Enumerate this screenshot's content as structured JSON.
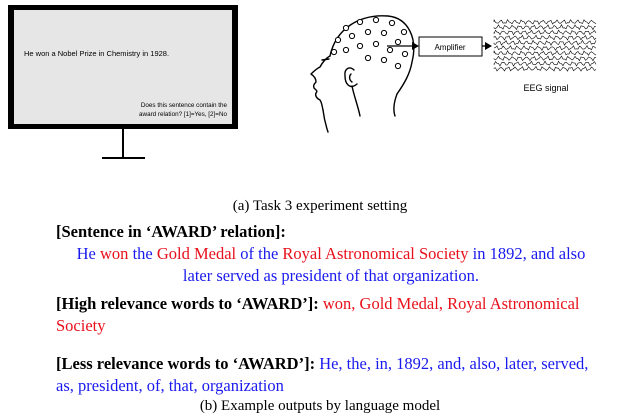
{
  "figure": {
    "screen_sentence": "He won a Nobel Prize in Chemistry in 1928.",
    "screen_question_line1": "Does this sentence contain the",
    "screen_question_line2": "award relation? [1]=Yes, [2]=No",
    "amplifier_label": "Amplifier",
    "eeg_label": "EEG signal",
    "colors": {
      "screen_fill": "#e6e6e6",
      "stroke": "#000000"
    },
    "icons": [
      "monitor-icon",
      "head-with-eeg-cap-icon",
      "amplifier-box",
      "eeg-trace-icon"
    ]
  },
  "caption_a": "(a) Task 3 experiment setting",
  "sentence": {
    "header": "[Sentence in ‘AWARD’ relation]:",
    "tokens": [
      {
        "text": "He ",
        "color": "#1a1aee"
      },
      {
        "text": "won ",
        "color": "#e8101a"
      },
      {
        "text": "the ",
        "color": "#1a1aee"
      },
      {
        "text": "Gold Medal ",
        "color": "#e8101a"
      },
      {
        "text": "of the ",
        "color": "#1a1aee"
      },
      {
        "text": "Royal Astronomical Society ",
        "color": "#e8101a"
      },
      {
        "text": "in 1892, and also later served as president of that organization.",
        "color": "#1a1aee"
      }
    ]
  },
  "high": {
    "header": "[High relevance words to ‘AWARD’]:",
    "words": "won, Gold Medal, Royal Astronomical Society",
    "color": "#e8101a"
  },
  "less": {
    "header": "[Less relevance words to ‘AWARD’]:",
    "words": "He, the, in, 1892, and, also, later, served, as, president, of, that, organization",
    "color": "#1a1aee"
  },
  "caption_b": "(b) Example outputs by language model"
}
